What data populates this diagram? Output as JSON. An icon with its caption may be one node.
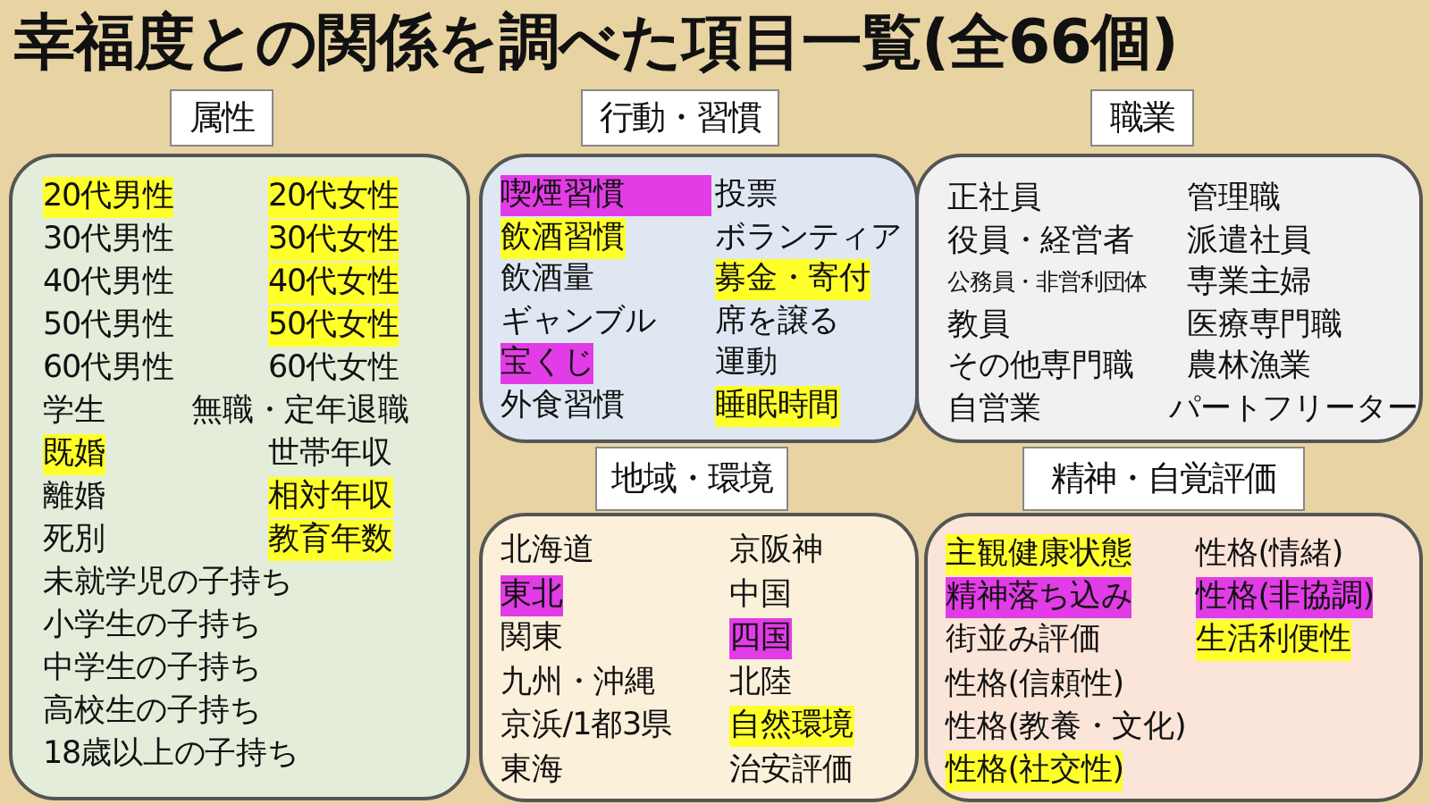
{
  "diagram": {
    "title": "幸福度との関係を調べた項目一覧(全66個)",
    "nodes": [
      {
        "text": [
          "属性"
        ]
      },
      {
        "text": [
          "20代男性",
          "20代女性",
          "30代男性",
          "30代女性",
          "40代男性",
          "40代女性",
          "50代男性",
          "50代女性",
          "60代男性",
          "60代女性",
          "学生",
          "無職・定年退職",
          "既婚",
          "世帯年収",
          "離婚",
          "相対年収",
          "死別",
          "教育年数",
          "未就学児の子持ち",
          "小学生の子持ち",
          "中学生の子持ち",
          "高校生の子持ち",
          "18歳以上の子持ち"
        ]
      },
      {
        "text": [
          "行動・習慣"
        ]
      },
      {
        "text": [
          "喫煙習慣",
          "投票",
          "飲酒習慣",
          "ボランティア",
          "飲酒量",
          "募金・寄付",
          "ギャンブル",
          "席を譲る",
          "宝くじ",
          "運動",
          "外食習慣",
          "睡眠時間"
        ]
      },
      {
        "text": [
          "職業"
        ]
      },
      {
        "text": [
          "正社員",
          "管理職",
          "役員・経営者",
          "派遣社員",
          "公務員・非営利団体",
          "専業主婦",
          "教員",
          "医療専門職",
          "その他専門職",
          "農林漁業",
          "自営業",
          "パートフリーター"
        ]
      },
      {
        "text": [
          "地域・環境"
        ]
      },
      {
        "text": [
          "北海道",
          "京阪神",
          "東北",
          "中国",
          "関東",
          "四国",
          "九州・沖縄",
          "北陸",
          "京浜/1都3県",
          "自然環境",
          "東海",
          "治安評価"
        ]
      },
      {
        "text": [
          "精神・自覚評価"
        ]
      },
      {
        "text": [
          "主観健康状態",
          "性格(情緒)",
          "精神落ち込み",
          "性格(非協調)",
          "街並み評価",
          "生活利便性",
          "性格(信頼性)",
          "性格(教養・文化)",
          "性格(社交性)"
        ]
      }
    ]
  }
}
